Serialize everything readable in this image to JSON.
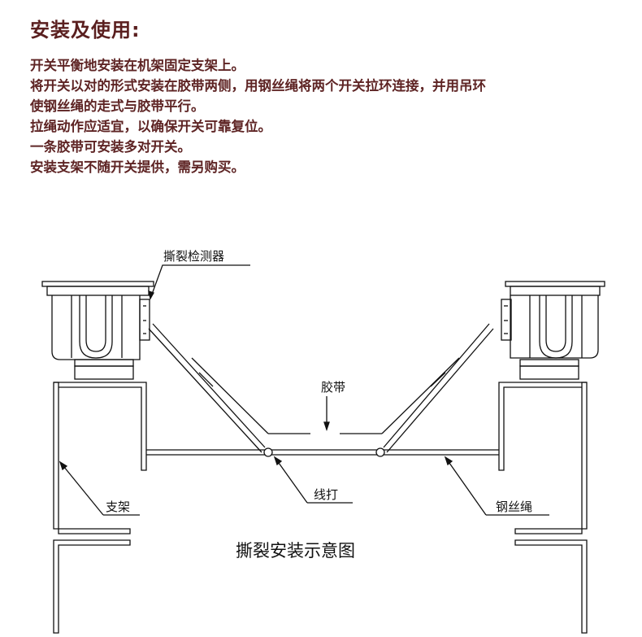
{
  "heading": "安装及使用:",
  "instructions": [
    "开关平衡地安装在机架固定支架上。",
    "将开关以对的形式安装在胶带两侧，用钢丝绳将两个开关拉环连接，并用吊环",
    "使钢丝绳的走式与胶带平行。",
    "拉绳动作应适宜，以确保开关可靠复位。",
    "一条胶带可安装多对开关。",
    "安装支架不随开关提供，需另购买。"
  ],
  "diagram": {
    "labels": {
      "detector": "撕裂检测器",
      "belt": "胶带",
      "bracket": "支架",
      "clamp": "线打",
      "wire_rope": "钢丝绳"
    },
    "caption": "撕裂安装示意图"
  },
  "colors": {
    "heading": "#5a1f1f",
    "text": "#5e2424",
    "line": "#111111"
  }
}
